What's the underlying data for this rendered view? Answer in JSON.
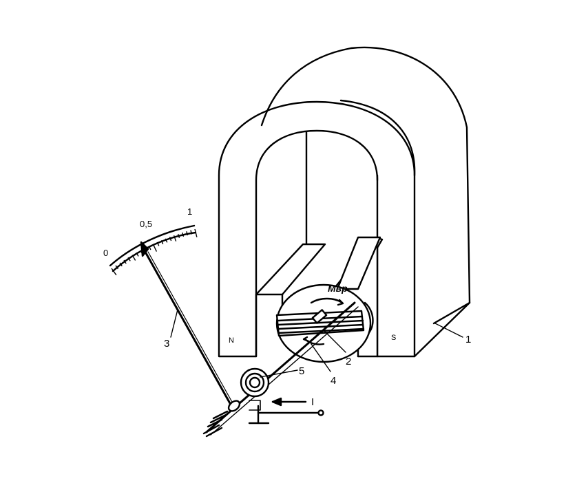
{
  "diagram": {
    "scale": {
      "tick_labels": [
        "0",
        "0,5",
        "1"
      ]
    },
    "poles": {
      "north": "N",
      "south": "S"
    },
    "torque_label": "Mвр",
    "current_label": "I",
    "callouts": [
      "1",
      "2",
      "3",
      "4",
      "5"
    ]
  }
}
